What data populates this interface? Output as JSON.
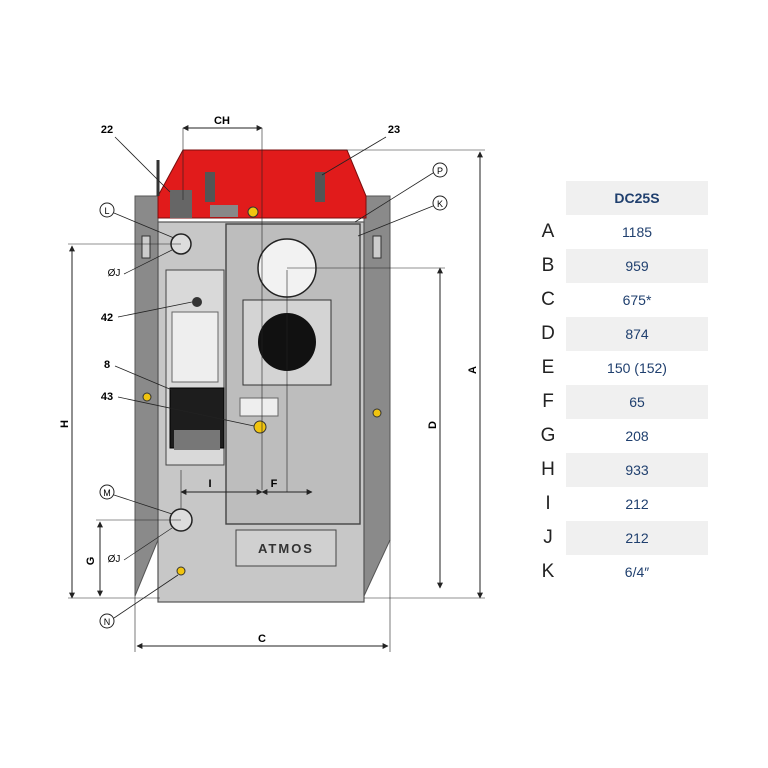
{
  "drawing": {
    "dim_labels": {
      "ch": "CH",
      "a": "A",
      "c": "C",
      "d": "D",
      "f": "F",
      "g": "G",
      "h": "H",
      "i": "I",
      "j1": "ØJ",
      "j2": "ØJ"
    },
    "callouts": {
      "c22": "22",
      "c23": "23",
      "cP": "P",
      "cK": "K",
      "cL": "L",
      "c42": "42",
      "c8": "8",
      "c43": "43",
      "cM": "M",
      "cN": "N"
    },
    "brand": "ATMOS",
    "colors": {
      "top_cover": "#e11b1b",
      "body": "#c7c7c7",
      "side_panel": "#8a8a8a",
      "dark": "#111111"
    }
  },
  "table": {
    "header": "DC25S",
    "rows": [
      {
        "label": "A",
        "value": "1185"
      },
      {
        "label": "B",
        "value": "959"
      },
      {
        "label": "C",
        "value": "675*"
      },
      {
        "label": "D",
        "value": "874"
      },
      {
        "label": "E",
        "value": "150 (152)"
      },
      {
        "label": "F",
        "value": "65"
      },
      {
        "label": "G",
        "value": "208"
      },
      {
        "label": "H",
        "value": "933"
      },
      {
        "label": "I",
        "value": "212"
      },
      {
        "label": "J",
        "value": "212"
      },
      {
        "label": "K",
        "value": "6/4″"
      }
    ]
  }
}
